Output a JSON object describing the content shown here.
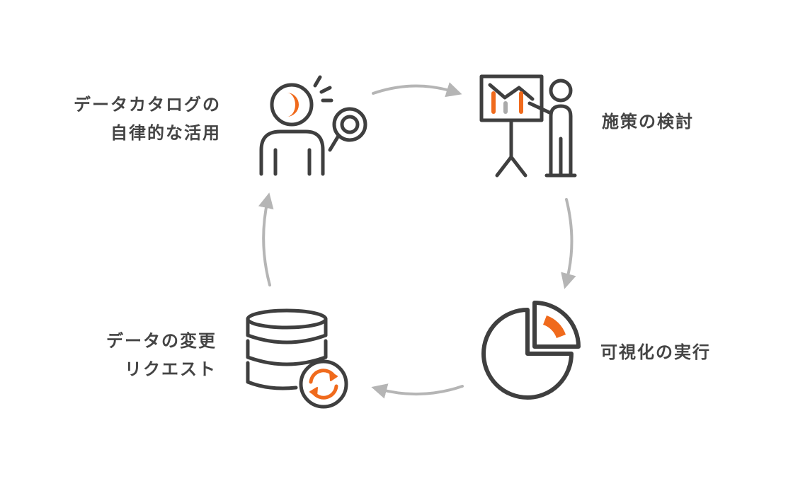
{
  "colors": {
    "ink": "#3f3f3f",
    "accent": "#f06a1c",
    "arrow": "#b5b5b5",
    "muted": "#aaaaaa"
  },
  "steps": [
    {
      "id": "catalog",
      "icon": "person-search-icon",
      "lines": [
        "データカタログの",
        "自律的な活用"
      ]
    },
    {
      "id": "plan",
      "icon": "presentation-icon",
      "lines": [
        "施策の検討"
      ]
    },
    {
      "id": "visualize",
      "icon": "pie-chart-icon",
      "lines": [
        "可視化の実行"
      ]
    },
    {
      "id": "request",
      "icon": "database-sync-icon",
      "lines": [
        "データの変更",
        "リクエスト"
      ]
    }
  ]
}
